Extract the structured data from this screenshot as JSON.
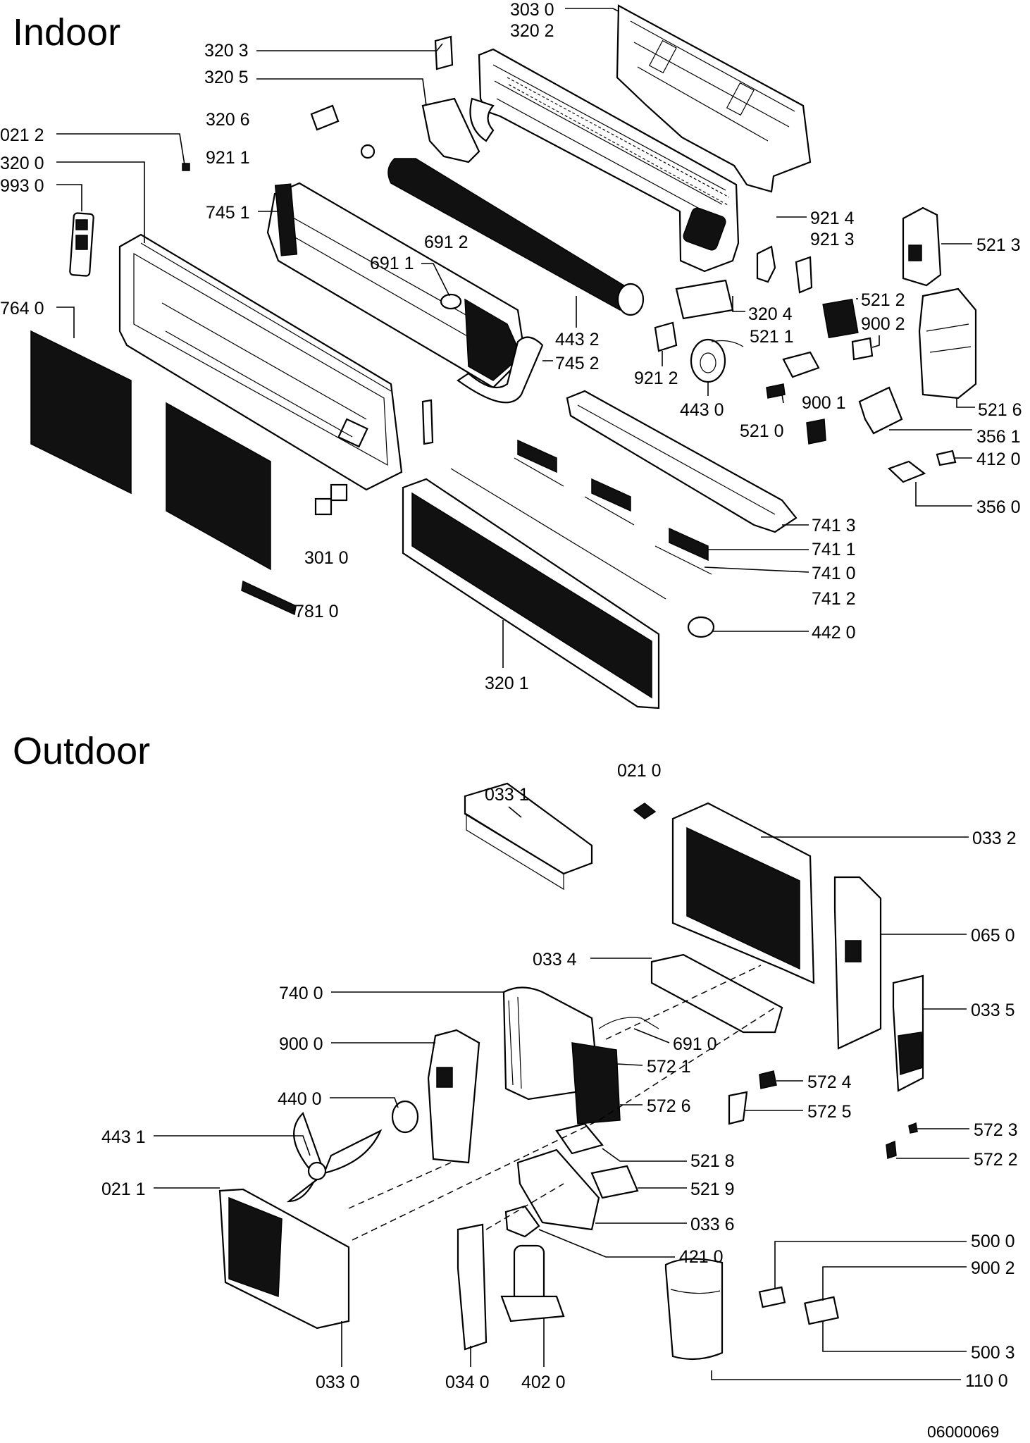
{
  "sections": {
    "indoor": "Indoor",
    "outdoor": "Outdoor"
  },
  "doc_id": "06000069",
  "indoor_labels": [
    "303 0",
    "320 2",
    "320 3",
    "320 5",
    "320 6",
    "021 2",
    "921 1",
    "320 0",
    "993 0",
    "745 1",
    "691 2",
    "691 1",
    "764 0",
    "921 4",
    "921 3",
    "521 3",
    "521 2",
    "900 2",
    "320 4",
    "521 1",
    "443 2",
    "745 2",
    "921 2",
    "443 0",
    "900 1",
    "521 0",
    "521 6",
    "356 1",
    "412 0",
    "356 0",
    "741 3",
    "741 1",
    "741 0",
    "741 2",
    "301 0",
    "781 0",
    "442 0",
    "320 1"
  ],
  "outdoor_labels": [
    "033 1",
    "021 0",
    "033 2",
    "065 0",
    "033 4",
    "740 0",
    "033 5",
    "900 0",
    "691 0",
    "572 1",
    "440 0",
    "572 6",
    "572 4",
    "572 5",
    "443 1",
    "521 8",
    "572 3",
    "572 2",
    "521 9",
    "021 1",
    "033 6",
    "500 0",
    "900 2",
    "421 0",
    "500 3",
    "033 0",
    "034 0",
    "402 0",
    "110 0"
  ]
}
